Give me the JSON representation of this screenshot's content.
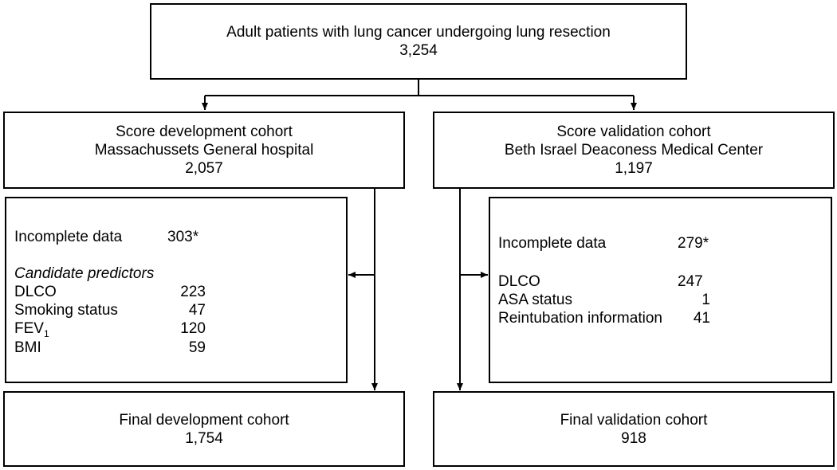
{
  "top": {
    "line1": "Adult patients with lung cancer undergoing lung resection",
    "count": "3,254"
  },
  "dev": {
    "line1": "Score development cohort",
    "line2": "Massachussets General hospital",
    "count": "2,057"
  },
  "val": {
    "line1": "Score validation cohort",
    "line2": "Beth Israel Deaconess Medical Center",
    "count": "1,197"
  },
  "dev_excl": {
    "incomplete_label": "Incomplete data",
    "incomplete_value": "303*",
    "candidate_heading": "Candidate predictors",
    "items": [
      {
        "label": "DLCO",
        "value": "223"
      },
      {
        "label": "Smoking status",
        "value": "47"
      },
      {
        "label": "FEV",
        "sub": "1",
        "value": "120"
      },
      {
        "label": "BMI",
        "value": "59"
      }
    ]
  },
  "val_excl": {
    "incomplete_label": "Incomplete data",
    "incomplete_value": "279*",
    "items": [
      {
        "label": "DLCO",
        "value": "247"
      },
      {
        "label": "ASA status",
        "value": "1"
      },
      {
        "label": "Reintubation information",
        "value": "41"
      }
    ]
  },
  "final_dev": {
    "line1": "Final development cohort",
    "count": "1,754"
  },
  "final_val": {
    "line1": "Final validation cohort",
    "count": "918"
  }
}
